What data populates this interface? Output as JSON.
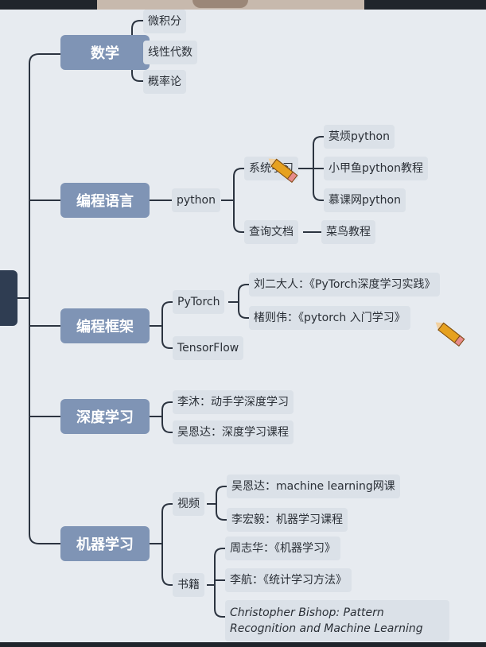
{
  "mindmap": {
    "branches": [
      {
        "label": "数学",
        "children": [
          "微积分",
          "线性代数",
          "概率论"
        ]
      },
      {
        "label": "编程语言",
        "sub": {
          "label": "python",
          "groups": [
            {
              "label": "系统学习",
              "items": [
                "莫烦python",
                "小甲鱼python教程",
                "慕课网python"
              ]
            },
            {
              "label": "查询文档",
              "items": [
                "菜鸟教程"
              ]
            }
          ]
        }
      },
      {
        "label": "编程框架",
        "subs": [
          {
            "label": "PyTorch",
            "items": [
              "刘二大人：《PyTorch深度学习实践》",
              "楮则伟：《pytorch 入门学习》"
            ]
          },
          {
            "label": "TensorFlow",
            "items": []
          }
        ]
      },
      {
        "label": "深度学习",
        "children": [
          "李沐：动手学深度学习",
          "吴恩达：深度学习课程"
        ]
      },
      {
        "label": "机器学习",
        "subs": [
          {
            "label": "视频",
            "items": [
              "吴恩达：machine learning网课",
              "李宏毅：机器学习课程"
            ]
          },
          {
            "label": "书籍",
            "items": [
              "周志华：《机器学习》",
              "李航：《统计学习方法》",
              "Christopher Bishop: Pattern Recognition and Machine Learning"
            ]
          }
        ]
      }
    ]
  },
  "colors": {
    "main_node": "#7f94b5",
    "sub_node": "#dbe1e8",
    "line": "#2c3440",
    "root": "#2f3d52",
    "background": "#e7ebf0"
  },
  "icons": [
    "pencil-icon",
    "pencil-icon"
  ]
}
